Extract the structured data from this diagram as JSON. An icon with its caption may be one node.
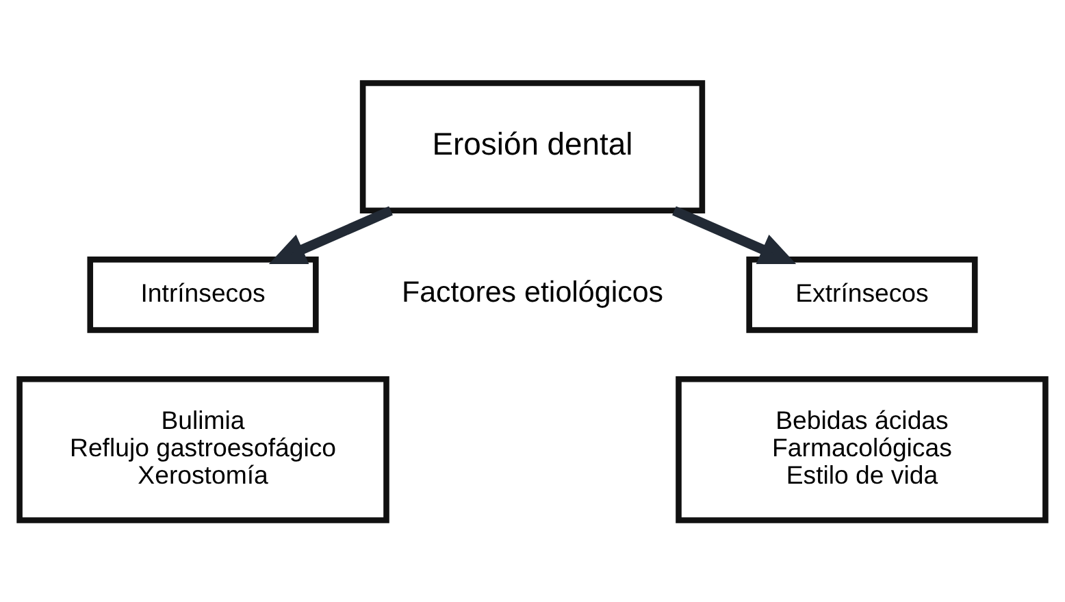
{
  "diagram": {
    "nodes": [
      {
        "text": [
          "Erosión dental"
        ]
      },
      {
        "text": [
          "Intrínsecos"
        ]
      },
      {
        "text": [
          "Bulimia",
          "Reflujo gastroesofágico",
          "Xerostomía"
        ]
      },
      {
        "text": [
          "Extrínsecos"
        ]
      },
      {
        "text": [
          "Bebidas ácidas",
          "Farmacológicas",
          "Estilo de vida"
        ]
      }
    ],
    "edges": [
      {
        "from": 0,
        "to": 1,
        "arrow": "to"
      },
      {
        "from": 0,
        "to": 3,
        "arrow": "to"
      }
    ],
    "labels": [
      "Factores etiológicos"
    ]
  }
}
